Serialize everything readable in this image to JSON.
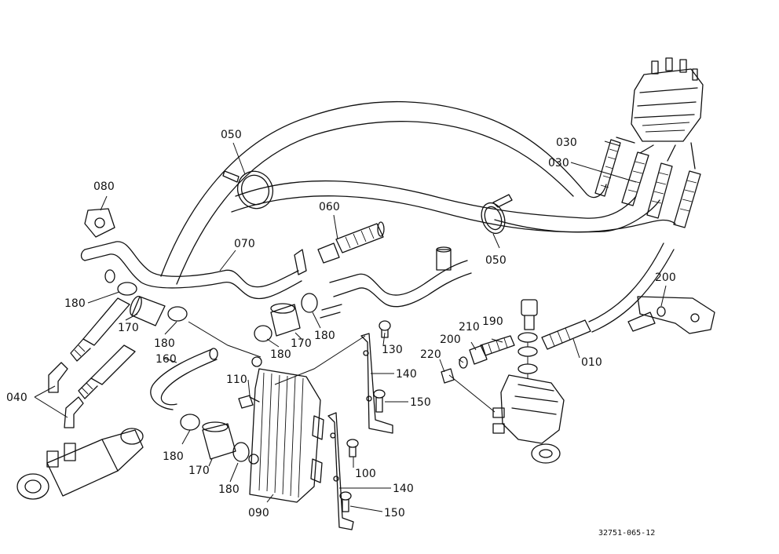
{
  "callouts": [
    {
      "id": "030a",
      "text": "030"
    },
    {
      "id": "030b",
      "text": "030"
    },
    {
      "id": "050a",
      "text": "050"
    },
    {
      "id": "050b",
      "text": "050"
    },
    {
      "id": "060",
      "text": "060"
    },
    {
      "id": "070",
      "text": "070"
    },
    {
      "id": "080",
      "text": "080"
    },
    {
      "id": "010",
      "text": "010"
    },
    {
      "id": "040",
      "text": "040"
    },
    {
      "id": "090",
      "text": "090"
    },
    {
      "id": "100",
      "text": "100"
    },
    {
      "id": "110",
      "text": "110"
    },
    {
      "id": "130",
      "text": "130"
    },
    {
      "id": "140a",
      "text": "140"
    },
    {
      "id": "140b",
      "text": "140"
    },
    {
      "id": "150a",
      "text": "150"
    },
    {
      "id": "150b",
      "text": "150"
    },
    {
      "id": "160",
      "text": "160"
    },
    {
      "id": "170a",
      "text": "170"
    },
    {
      "id": "170b",
      "text": "170"
    },
    {
      "id": "170c",
      "text": "170"
    },
    {
      "id": "180a",
      "text": "180"
    },
    {
      "id": "180b",
      "text": "180"
    },
    {
      "id": "180c",
      "text": "180"
    },
    {
      "id": "180d",
      "text": "180"
    },
    {
      "id": "180e",
      "text": "180"
    },
    {
      "id": "180f",
      "text": "180"
    },
    {
      "id": "190",
      "text": "190"
    },
    {
      "id": "200a",
      "text": "200"
    },
    {
      "id": "200b",
      "text": "200"
    },
    {
      "id": "210",
      "text": "210"
    },
    {
      "id": "220",
      "text": "220"
    }
  ],
  "reference_code": "32751-065-12"
}
